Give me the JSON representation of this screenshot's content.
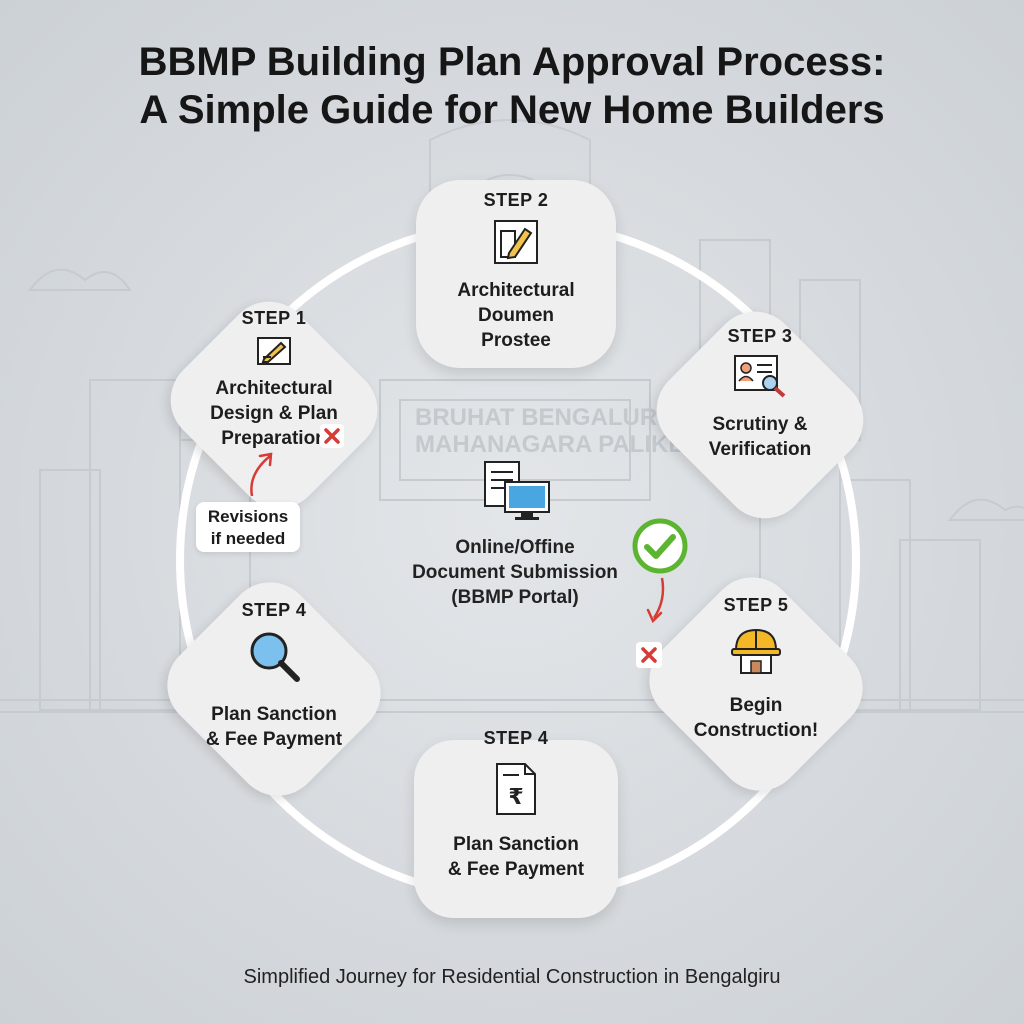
{
  "title": {
    "line1": "BBMP Building Plan Approval Process:",
    "line2": "A Simple Guide for New Home Builders"
  },
  "steps": [
    {
      "step": "STEP 1",
      "line1": "Architectural",
      "line2": "Design & Plan",
      "line3": "Preparation",
      "icon": "pencil-paper-icon"
    },
    {
      "step": "STEP 2",
      "line1": "Architectural",
      "line2": "Doumen",
      "line3": "Prostee",
      "icon": "pencil-ruler-icon"
    },
    {
      "step": "STEP 3",
      "line1": "Scrutiny &",
      "line2": "Verification",
      "icon": "id-card-magnifier-icon"
    },
    {
      "step": "STEP 4",
      "line1": "Plan Sanction",
      "line2": "& Fee Payment",
      "icon": "magnifier-icon"
    },
    {
      "step": "STEP 4",
      "line1": "Plan Sanction",
      "line2": "& Fee Payment",
      "icon": "rupee-document-icon"
    },
    {
      "step": "STEP 5",
      "line1": "Begin",
      "line2": "Construction!",
      "icon": "hardhat-house-icon"
    }
  ],
  "center": {
    "line1": "Online/Offine",
    "line2": "Document Submission",
    "line3": "(BBMP Portal)",
    "icon": "documents-monitor-icon"
  },
  "revisions": {
    "line1": "Revisions",
    "line2": "if needed"
  },
  "background_text": {
    "line1": "BRUHAT BENGALURU",
    "line2": "MAHANAGARA PALIKE"
  },
  "footer": "Simplified Journey for Residential Construction in Bengalgiru",
  "colors": {
    "accent_red": "#d63b35",
    "check_green": "#5cb531",
    "hardhat_yellow": "#f4b826",
    "monitor_blue": "#4aa6e0"
  }
}
